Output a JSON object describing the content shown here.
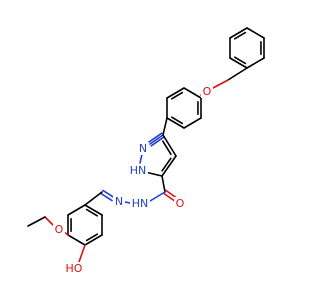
{
  "colors": {
    "carbon": "#000000",
    "nitrogen": "#1f3fd6",
    "oxygen": "#e01010",
    "background": "#ffffff"
  },
  "labels": {
    "ether_o_top": "O",
    "pyrazole_n": "N",
    "pyrazole_nh": "HN",
    "amide_o": "O",
    "hydrazide_nh": "HN",
    "hydrazone_n": "N",
    "ethoxy_o": "O",
    "hydroxyl": "HO"
  }
}
